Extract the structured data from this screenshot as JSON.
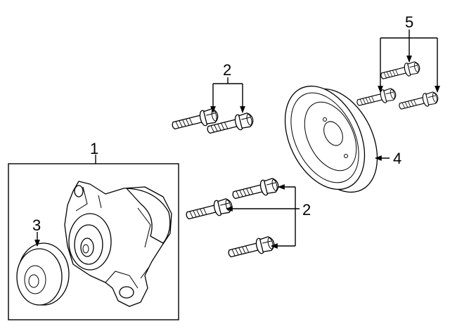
{
  "callouts": {
    "water_pump": "1",
    "pump_bolts": "2",
    "pump_pulley": "3",
    "drive_pulley": "4",
    "pulley_bolts": "5",
    "block_bolts": "2"
  }
}
